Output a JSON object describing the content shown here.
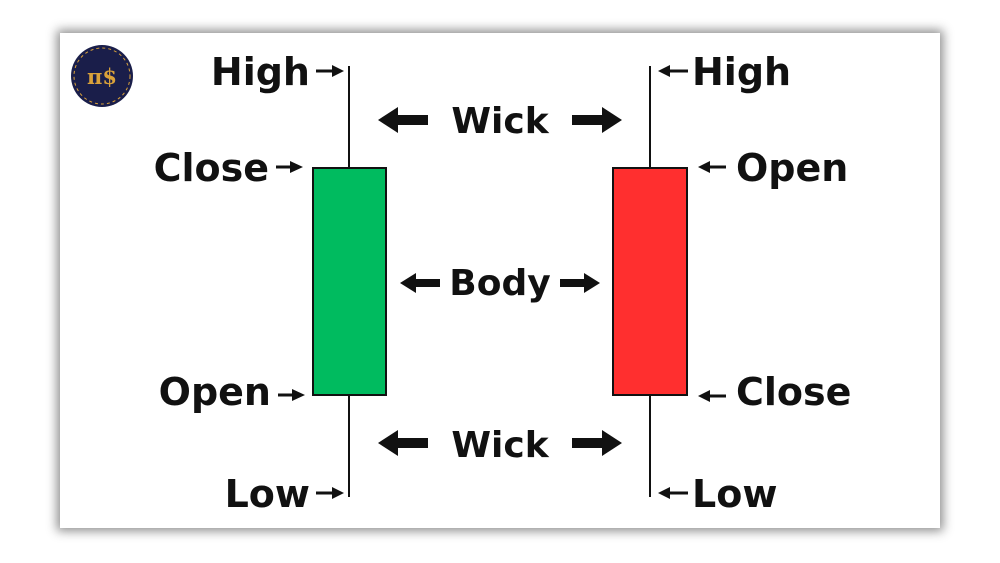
{
  "logo": {
    "text": "π$",
    "icon": "pi-dollar-logo"
  },
  "bullish_candle": {
    "color": "#00bb5f",
    "labels": {
      "high": "High",
      "close": "Close",
      "open": "Open",
      "low": "Low"
    }
  },
  "bearish_candle": {
    "color": "#ff2f2f",
    "labels": {
      "high": "High",
      "open": "Open",
      "close": "Close",
      "low": "Low"
    }
  },
  "middle_labels": {
    "wick_top": "Wick",
    "body": "Body",
    "wick_bottom": "Wick"
  },
  "colors": {
    "border": "#111111",
    "logo_bg": "#1a1e4a",
    "logo_gold": "#d9a13a"
  }
}
